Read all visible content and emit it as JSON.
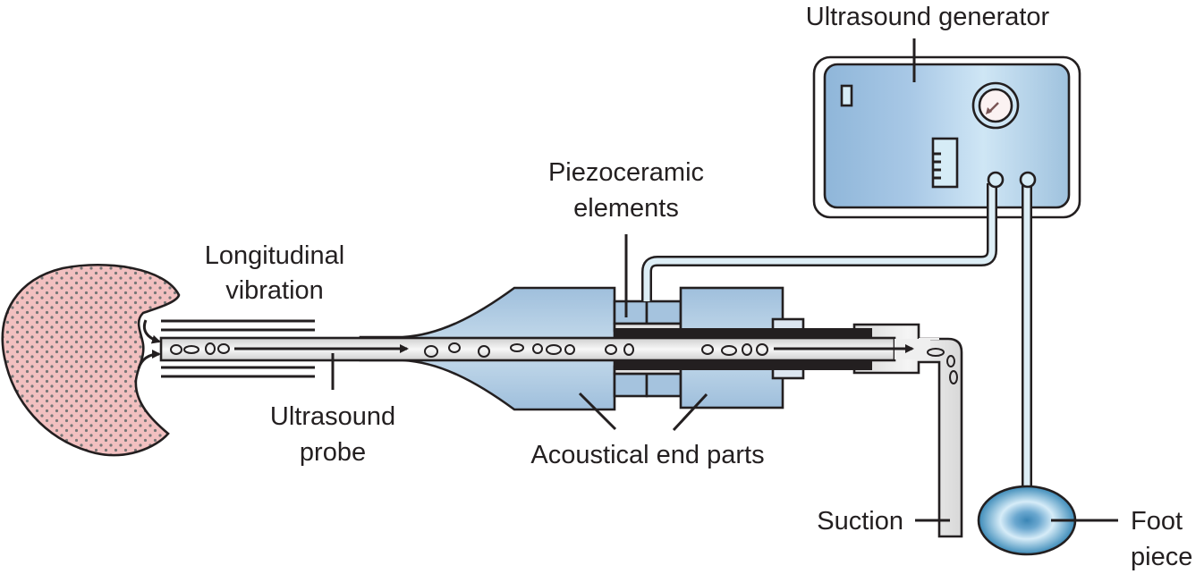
{
  "diagram": {
    "title": "Ultrasonic aspirator system",
    "labels": {
      "generator": "Ultrasound generator",
      "piezo_line1": "Piezoceramic",
      "piezo_line2": "elements",
      "vibration_line1": "Longitudinal",
      "vibration_line2": "vibration",
      "probe_line1": "Ultrasound",
      "probe_line2": "probe",
      "end_parts": "Acoustical end parts",
      "suction": "Suction",
      "foot_line1": "Foot",
      "foot_line2": "piece"
    },
    "components": [
      {
        "id": "tissue",
        "icon": "tissue-mass"
      },
      {
        "id": "probe",
        "icon": "probe-tube"
      },
      {
        "id": "horn",
        "icon": "acoustic-horn"
      },
      {
        "id": "piezo",
        "icon": "piezo-stack"
      },
      {
        "id": "rear-end-part",
        "icon": "acoustic-block"
      },
      {
        "id": "suction-tube",
        "icon": "suction-tube"
      },
      {
        "id": "generator",
        "icon": "generator-box"
      },
      {
        "id": "foot-pedal",
        "icon": "foot-pedal"
      }
    ],
    "colors": {
      "tissue_fill": "#f2bfbf",
      "tissue_dots": "#7a7a7a",
      "device_blue": "#a9c7e0",
      "tube_gray": "#e6e6e6",
      "cable_light": "#ddeef6",
      "outline": "#231f20",
      "pedal_center": "#2f7fb0"
    }
  }
}
